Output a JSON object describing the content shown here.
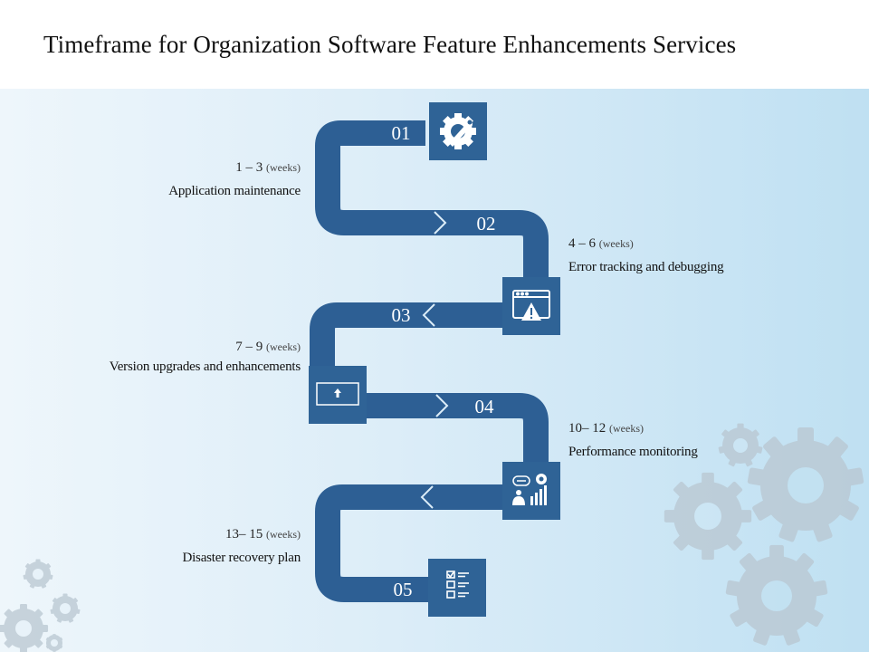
{
  "title": "Timeframe for Organization Software Feature Enhancements Services",
  "colors": {
    "path": "#2d5f94",
    "icon_box": "#2f6396",
    "gear": "#b8c6d0"
  },
  "steps": [
    {
      "number": "01",
      "duration": "1 – 3",
      "unit": "(weeks)",
      "label": "Application maintenance",
      "icon": "gear-wrench-icon"
    },
    {
      "number": "02",
      "duration": "4 – 6",
      "unit": "(weeks)",
      "label": "Error tracking and debugging",
      "icon": "browser-warning-icon"
    },
    {
      "number": "03",
      "duration": "7 – 9",
      "unit": "(weeks)",
      "label": "Version upgrades and enhancements",
      "icon": "upload-window-icon"
    },
    {
      "number": "04",
      "duration": "10– 12",
      "unit": "(weeks)",
      "label": "Performance monitoring",
      "icon": "analytics-person-icon"
    },
    {
      "number": "05",
      "duration": "13– 15",
      "unit": "(weeks)",
      "label": "Disaster recovery plan",
      "icon": "checklist-icon"
    }
  ]
}
